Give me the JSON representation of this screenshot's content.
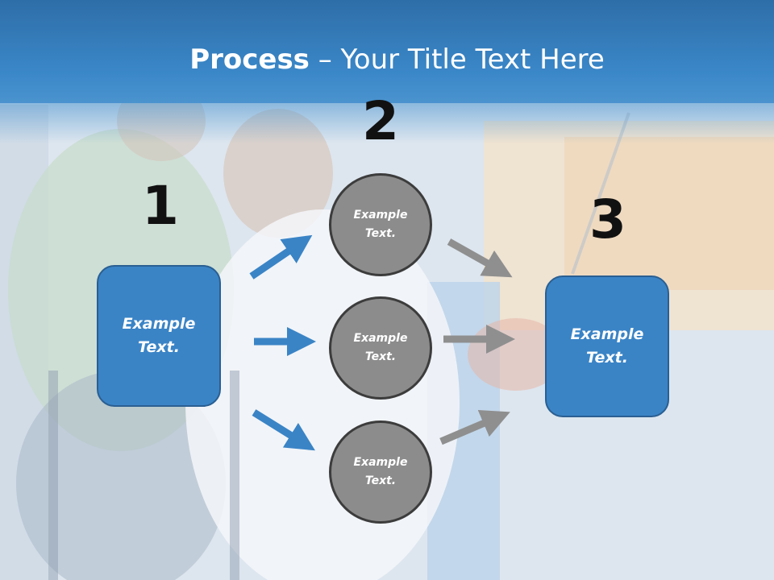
{
  "title": {
    "bold": "Process",
    "rest": " – Your Title Text Here"
  },
  "steps": {
    "n1": "1",
    "n2": "2",
    "n3": "3"
  },
  "left_box": {
    "line1": "Example",
    "line2": "Text."
  },
  "right_box": {
    "line1": "Example",
    "line2": "Text."
  },
  "circles": [
    {
      "line1": "Example",
      "line2": "Text."
    },
    {
      "line1": "Example",
      "line2": "Text."
    },
    {
      "line1": "Example",
      "line2": "Text."
    }
  ],
  "colors": {
    "header": "#3a87c8",
    "box": "#3a84c6",
    "circle": "#8c8c8c",
    "blue_arrow": "#3a84c6",
    "gray_arrow": "#8f8f8f"
  }
}
